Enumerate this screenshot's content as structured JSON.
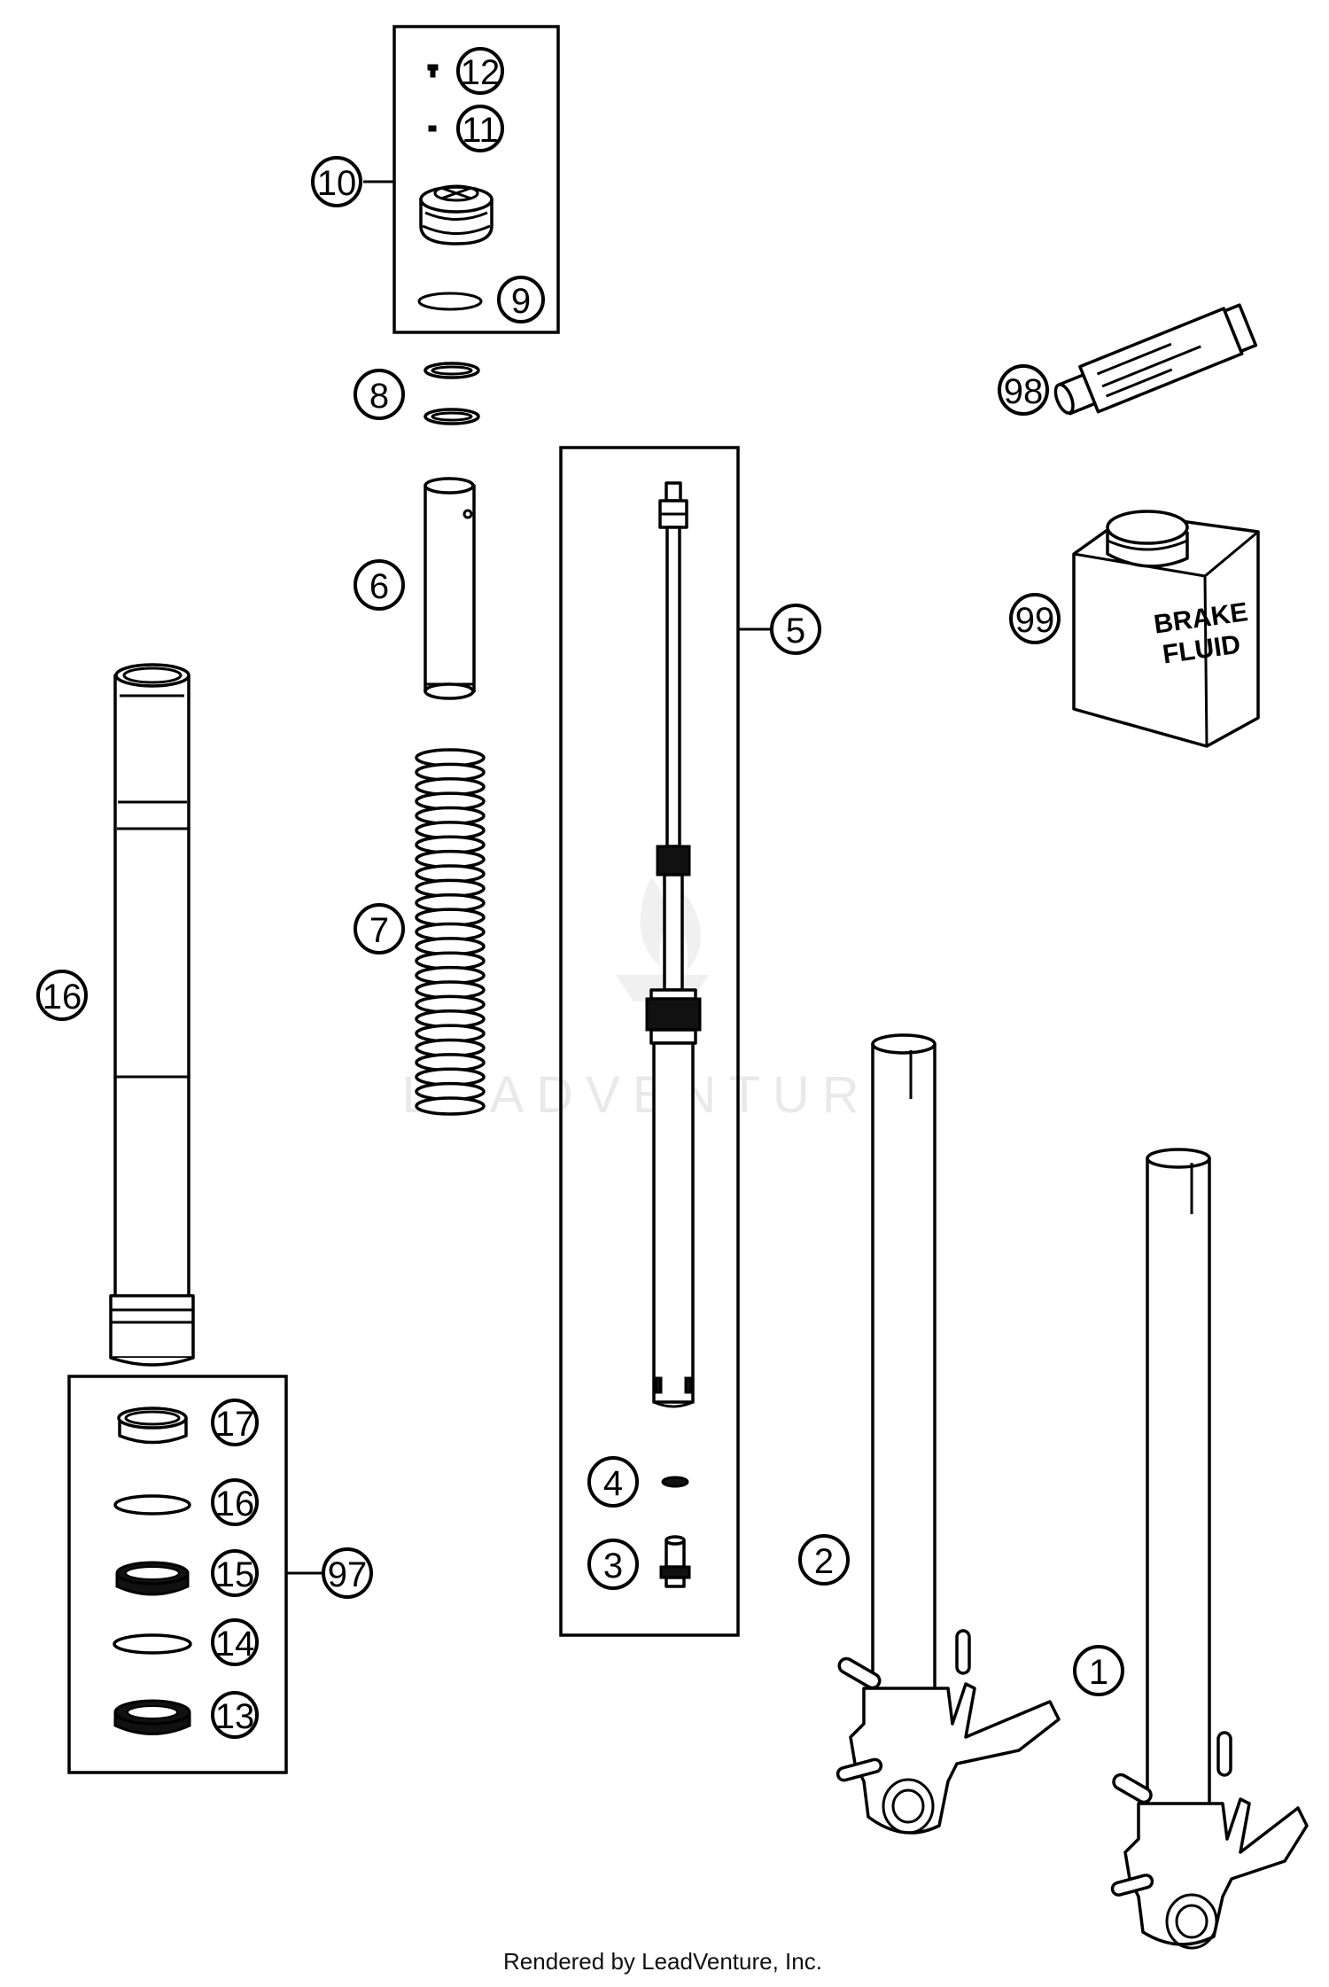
{
  "callouts": {
    "c1": "1",
    "c2": "2",
    "c3": "3",
    "c4": "4",
    "c5": "5",
    "c6": "6",
    "c7": "7",
    "c8": "8",
    "c9": "9",
    "c10": "10",
    "c11": "11",
    "c12": "12",
    "c13": "13",
    "c14": "14",
    "c15": "15",
    "c16a": "16",
    "c16b": "16",
    "c17": "17",
    "c97": "97",
    "c98": "98",
    "c99": "99"
  },
  "can_label": {
    "line1": "BRAKE",
    "line2": "FLUID"
  },
  "watermark": "LEADVENTURE",
  "footer": "Rendered by LeadVenture, Inc."
}
